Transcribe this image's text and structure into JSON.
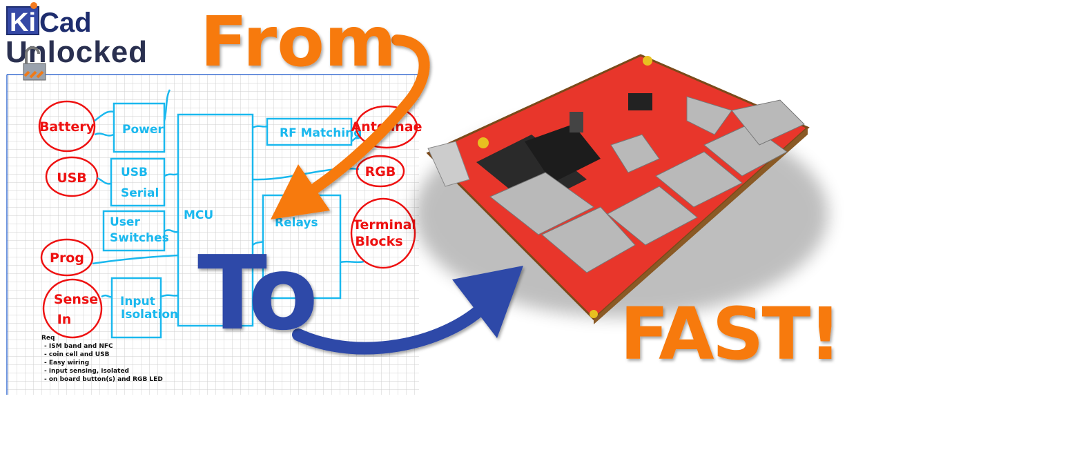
{
  "logo": {
    "line1": "KiCad",
    "line2": "Unlocked"
  },
  "headline": {
    "from": "From",
    "to": "To",
    "fast": "FAST!"
  },
  "colors": {
    "orange": "#f77a0a",
    "blue": "#2d49a8",
    "sketch_red": "#ee1111",
    "sketch_cyan": "#1ab8ee",
    "pcb_red": "#e8362b"
  },
  "sketch": {
    "inputs": [
      "Battery",
      "USB",
      "Prog",
      "Sense",
      "In"
    ],
    "blocks": {
      "power": "Power",
      "usb_serial_1": "USB",
      "usb_serial_2": "Serial",
      "user_switches_1": "User",
      "user_switches_2": "Switches",
      "input_isolation_1": "Input",
      "input_isolation_2": "Isolation",
      "mcu": "MCU",
      "rf": "RF Matching",
      "relays": "Relays"
    },
    "outputs": [
      "Antennae",
      "RGB",
      "Terminal",
      "Blocks"
    ],
    "requirements": {
      "title": "Req",
      "items": [
        "- ISM band and NFC",
        "- coin cell and USB",
        "- Easy wiring",
        "- input sensing, isolated",
        "- on board button(s) and RGB LED"
      ]
    }
  }
}
